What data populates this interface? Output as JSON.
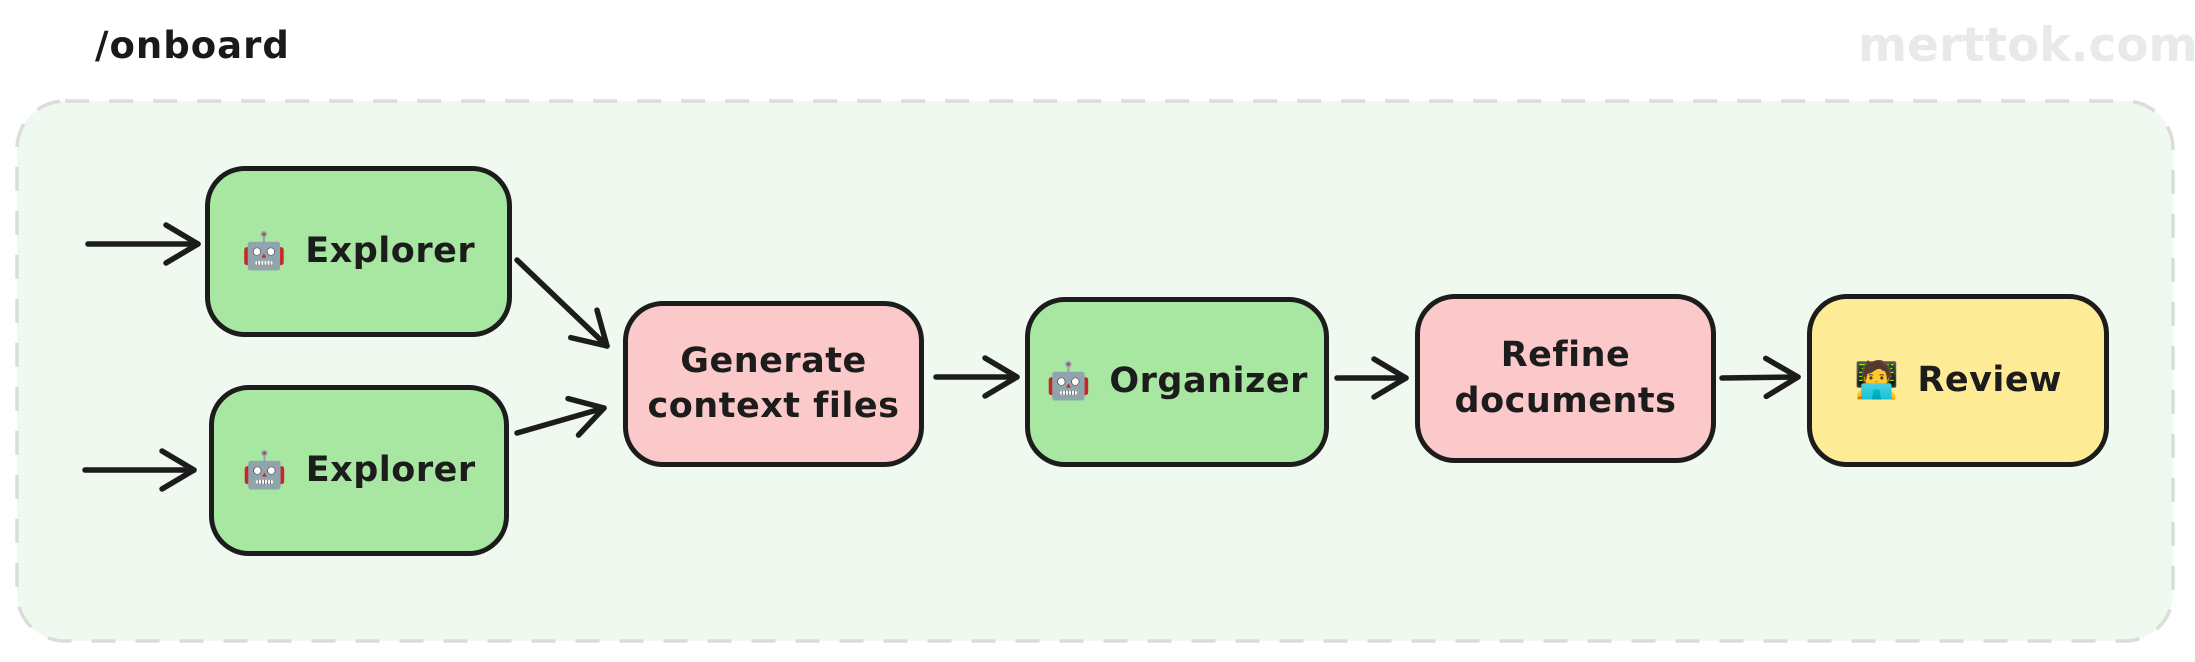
{
  "page": {
    "title": "/onboard",
    "watermark": "merttok.com"
  },
  "colors": {
    "green": "#a8e7a2",
    "pink": "#fbc9c9",
    "yellow": "#fdec95",
    "stroke": "#1c1c1c",
    "title_text": "#1a1a1a",
    "container_bg": "#f0f9ef",
    "container_border": "#d9ded9",
    "watermark_text": "#e7eae7"
  },
  "diagram": {
    "nodes": [
      {
        "id": "explorer-1",
        "color": "green",
        "icon": "🤖",
        "icon_name": "robot-icon",
        "lines": [
          "Explorer"
        ]
      },
      {
        "id": "explorer-2",
        "color": "green",
        "icon": "🤖",
        "icon_name": "robot-icon",
        "lines": [
          "Explorer"
        ]
      },
      {
        "id": "generate-context-files",
        "color": "pink",
        "icon": "",
        "icon_name": "",
        "lines": [
          "Generate",
          "context files"
        ]
      },
      {
        "id": "organizer",
        "color": "green",
        "icon": "🤖",
        "icon_name": "robot-icon",
        "lines": [
          "Organizer"
        ]
      },
      {
        "id": "refine-documents",
        "color": "pink",
        "icon": "",
        "icon_name": "",
        "lines": [
          "Refine",
          "documents"
        ]
      },
      {
        "id": "review",
        "color": "yellow",
        "icon": "🧑‍💻",
        "icon_name": "technologist-icon",
        "lines": [
          "Review"
        ]
      }
    ],
    "edges": [
      {
        "from": "start",
        "to": "explorer-1"
      },
      {
        "from": "start",
        "to": "explorer-2"
      },
      {
        "from": "explorer-1",
        "to": "generate-context-files"
      },
      {
        "from": "explorer-2",
        "to": "generate-context-files"
      },
      {
        "from": "generate-context-files",
        "to": "organizer"
      },
      {
        "from": "organizer",
        "to": "refine-documents"
      },
      {
        "from": "refine-documents",
        "to": "review"
      }
    ]
  }
}
